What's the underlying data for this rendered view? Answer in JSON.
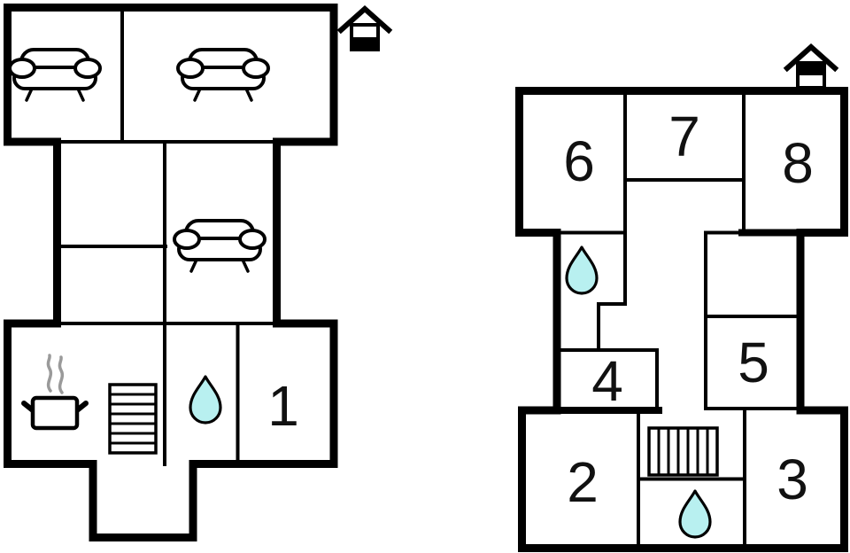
{
  "colors": {
    "wall": "#000000",
    "water": "#b8f0f0",
    "steam": "#9a9a9a",
    "label": "#111111",
    "background": "#ffffff"
  },
  "ground_floor": {
    "rooms": {
      "r1": "1"
    },
    "features": [
      "sofa",
      "sofa",
      "sofa",
      "cooking-pot",
      "staircase",
      "water-drop",
      "entrance-porch"
    ],
    "level_indicator": "house-ground-floor"
  },
  "upper_floor": {
    "rooms": {
      "r2": "2",
      "r3": "3",
      "r4": "4",
      "r5": "5",
      "r6": "6",
      "r7": "7",
      "r8": "8"
    },
    "features": [
      "water-drop",
      "staircase",
      "water-drop"
    ],
    "level_indicator": "house-upper-floor"
  }
}
